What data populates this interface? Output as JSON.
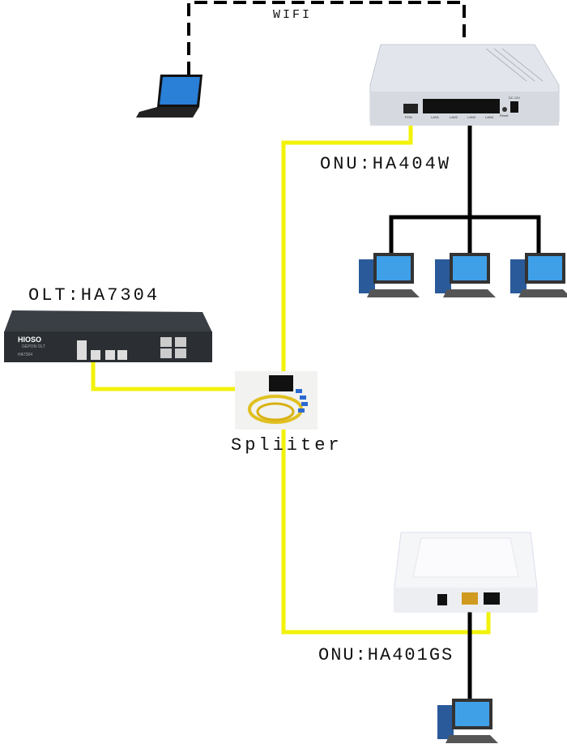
{
  "labels": {
    "wifi": "WIFI",
    "onu_top": "ONU:HA404W",
    "olt": "OLT:HA7304",
    "splitter": "Spliiter",
    "onu_bottom": "ONU:HA401GS"
  },
  "devices": {
    "olt_brand": "HIOSO",
    "olt_subtitle": "GEPON OLT",
    "olt_model": "HA7304",
    "onu_ports": [
      "PON",
      "LAN1",
      "LAN2",
      "LAN3",
      "LAN4"
    ],
    "onu_reset": "Reset",
    "onu_power": "DC 12V"
  },
  "colors": {
    "fiber": "#f2f20a",
    "ethernet": "#000000",
    "wifi_link": "#000000"
  }
}
